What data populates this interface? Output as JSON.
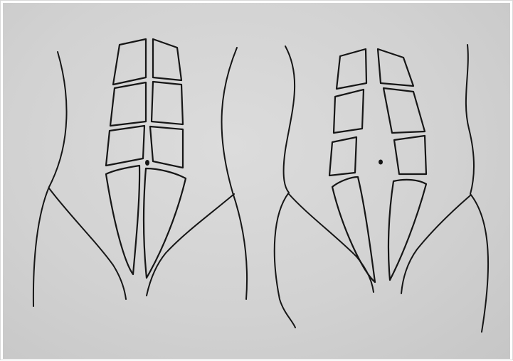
{
  "image": {
    "subject": "hand-drawn-sketch",
    "figures": [
      {
        "id": "left-torso"
      },
      {
        "id": "right-torso"
      }
    ]
  }
}
